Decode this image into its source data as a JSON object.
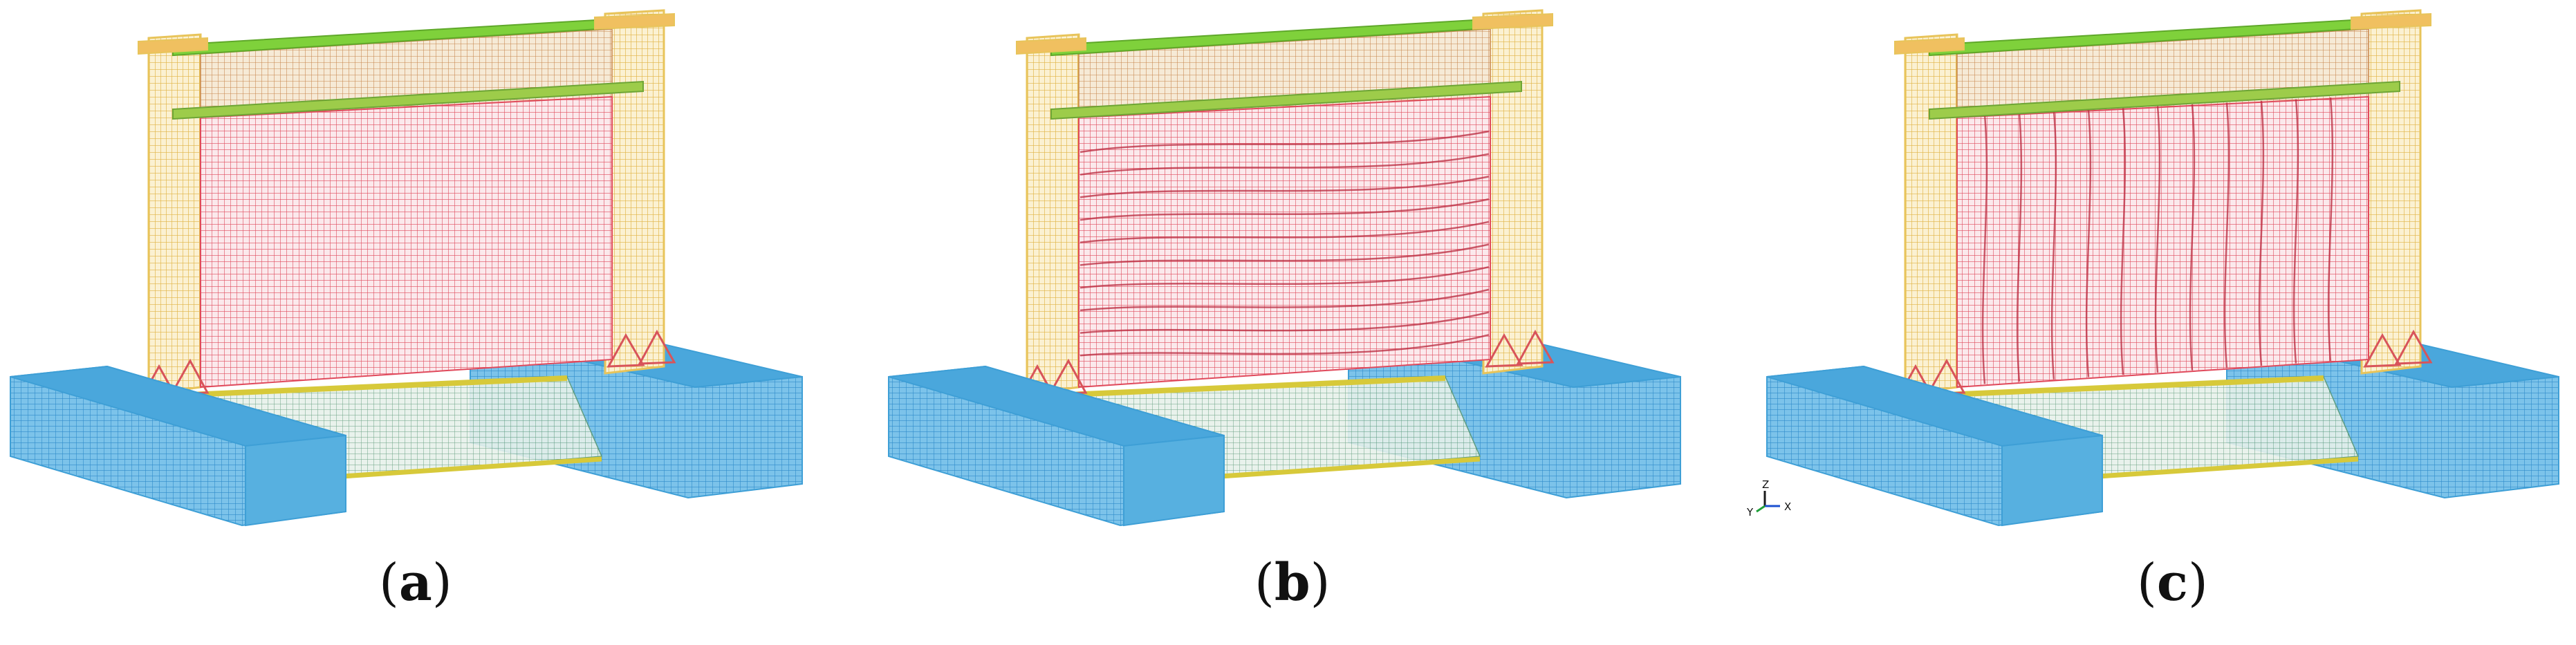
{
  "panels": [
    {
      "id": "a",
      "label_open": "(",
      "label_letter": "a",
      "label_close": ")",
      "variant": "plain"
    },
    {
      "id": "b",
      "label_open": "(",
      "label_letter": "b",
      "label_close": ")",
      "variant": "horizontal-waves"
    },
    {
      "id": "c",
      "label_open": "(",
      "label_letter": "c",
      "label_close": ")",
      "variant": "vertical-waves"
    }
  ],
  "triad": {
    "z": "Z",
    "y": "Y",
    "x": "X"
  },
  "colors": {
    "infill": "#e04a5c",
    "column": "#e8c45a",
    "beam_top": "#7fd13b",
    "beam_mid": "#9dcc4a",
    "foundation": "#3e9fd6",
    "ground_beam": "#d7c93a",
    "ground_mesh": "#5c9a78",
    "gusset": "#d8545a"
  }
}
